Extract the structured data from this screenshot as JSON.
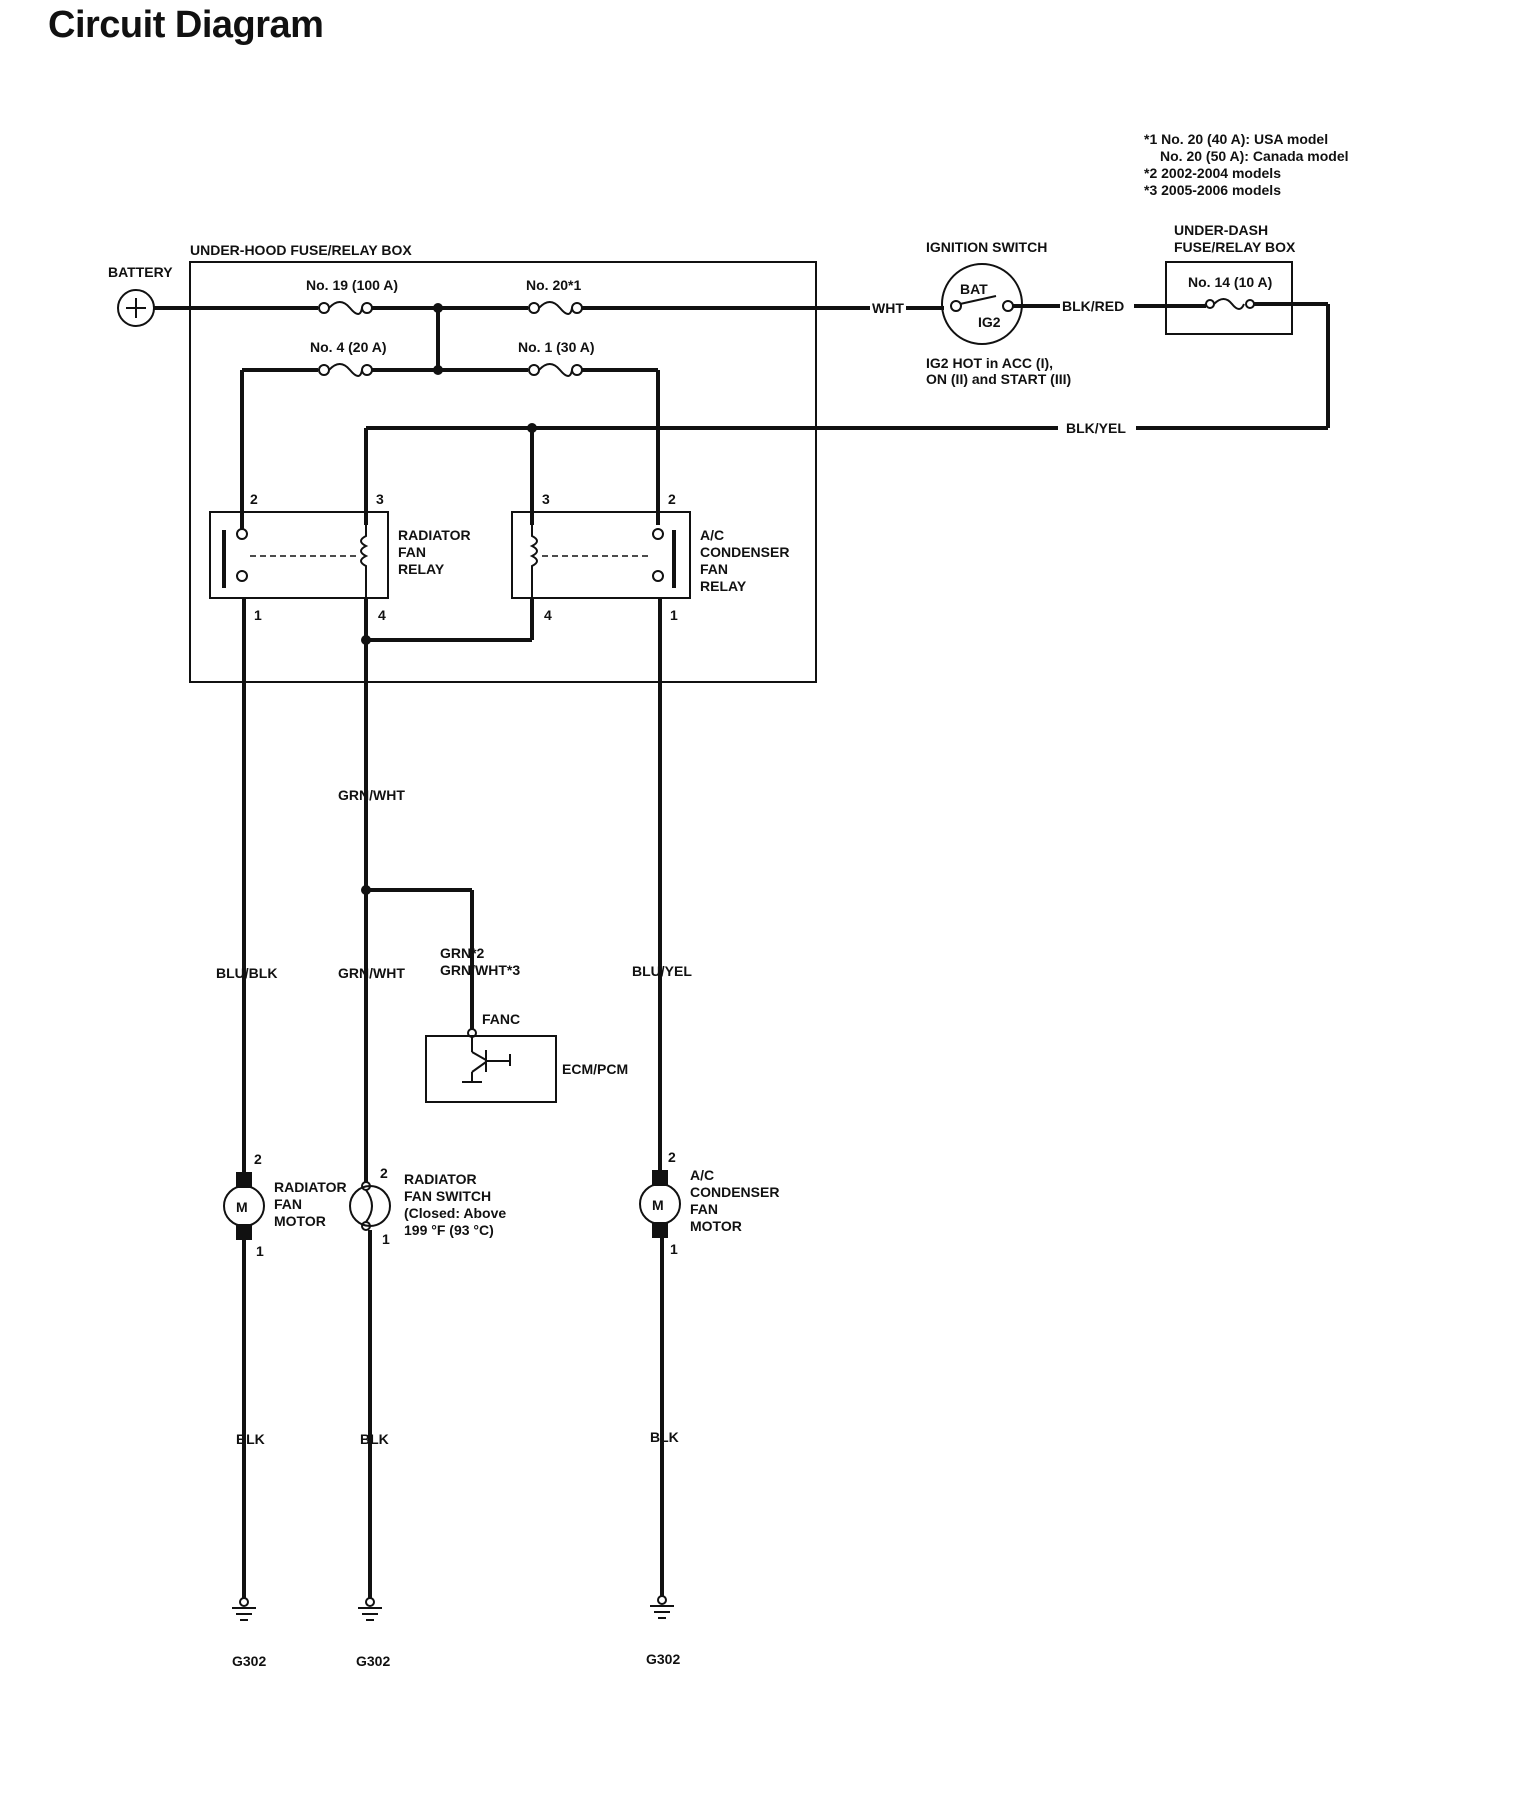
{
  "title": "Circuit Diagram",
  "notes": {
    "n1a": "*1 No. 20 (40 A): USA model",
    "n1b": "No. 20 (50 A): Canada model",
    "n2": "*2 2002-2004 models",
    "n3": "*3 2005-2006 models"
  },
  "components": {
    "battery": "BATTERY",
    "underhood_box": "UNDER-HOOD FUSE/RELAY BOX",
    "ignition_switch": "IGNITION SWITCH",
    "bat": "BAT",
    "ig2": "IG2",
    "ig2_note1": "IG2 HOT in ACC (I),",
    "ig2_note2": "ON (II) and START (III)",
    "underdash_box1": "UNDER-DASH",
    "underdash_box2": "FUSE/RELAY BOX",
    "rad_relay": [
      "RADIATOR",
      "FAN",
      "RELAY"
    ],
    "ac_relay": [
      "A/C",
      "CONDENSER",
      "FAN",
      "RELAY"
    ],
    "ecm": "ECM/PCM",
    "fanc": "FANC",
    "rad_motor": [
      "RADIATOR",
      "FAN",
      "MOTOR"
    ],
    "rad_switch": [
      "RADIATOR",
      "FAN SWITCH",
      "(Closed: Above",
      "199 °F (93 °C)"
    ],
    "ac_motor": [
      "A/C",
      "CONDENSER",
      "FAN",
      "MOTOR"
    ],
    "motor_symbol": "M"
  },
  "fuses": {
    "f19": "No. 19 (100 A)",
    "f20": "No. 20*1",
    "f4": "No. 4 (20 A)",
    "f1": "No. 1 (30 A)",
    "f14": "No. 14 (10 A)"
  },
  "wires": {
    "wht": "WHT",
    "blk_red": "BLK/RED",
    "blk_yel": "BLK/YEL",
    "grn_wht": "GRN/WHT",
    "blu_blk": "BLU/BLK",
    "blu_yel": "BLU/YEL",
    "grn2": "GRN*2",
    "grn_wht3": "GRN/WHT*3",
    "blk": "BLK"
  },
  "grounds": {
    "g302": "G302"
  },
  "pins": {
    "p1": "1",
    "p2": "2",
    "p3": "3",
    "p4": "4"
  }
}
